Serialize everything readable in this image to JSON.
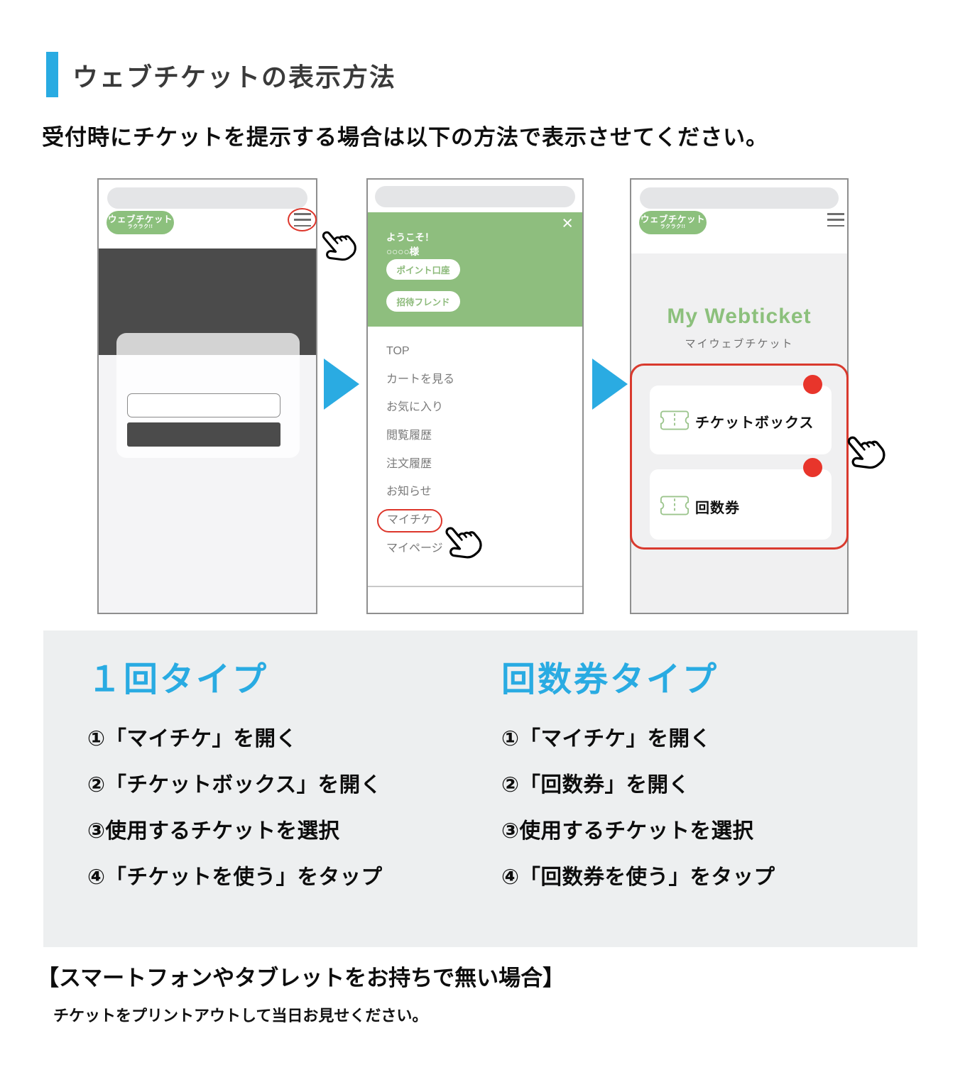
{
  "header": {
    "title": "ウェブチケットの表示方法",
    "subtitle": "受付時にチケットを提示する場合は以下の方法で表示させてください。"
  },
  "logo": {
    "line1": "ウェブチケット",
    "line2": "ラクラク!!"
  },
  "phone2": {
    "close_icon": "×",
    "welcome_line1": "ようこそ！",
    "welcome_line2": "○○○○様",
    "pill_buttons": [
      "ポイント口座",
      "招待フレンド"
    ],
    "menu_items": [
      "TOP",
      "カートを見る",
      "お気に入り",
      "閲覧履歴",
      "注文履歴",
      "お知らせ",
      "マイチケ",
      "マイページ"
    ]
  },
  "phone3": {
    "heading_en": "My Webticket",
    "heading_ja": "マイウェブチケット",
    "ticket_cards": [
      {
        "label": "チケットボックス"
      },
      {
        "label": "回数券"
      }
    ]
  },
  "instructions": {
    "columns": [
      {
        "heading": "１回タイプ",
        "steps": [
          "①「マイチケ」を開く",
          "②「チケットボックス」を開く",
          "③使用するチケットを選択",
          "④「チケットを使う」をタップ"
        ]
      },
      {
        "heading": "回数券タイプ",
        "steps": [
          "①「マイチケ」を開く",
          "②「回数券」を開く",
          "③使用するチケットを選択",
          "④「回数券を使う」をタップ"
        ]
      }
    ]
  },
  "footer": {
    "heading": "【スマートフォンやタブレットをお持ちで無い場合】",
    "note": "チケットをプリントアウトして当日お見せください。"
  },
  "colors": {
    "accent": "#29abe2",
    "green": "#8ebe7e",
    "red": "#e8352b",
    "dark": "#4b4b4b"
  }
}
